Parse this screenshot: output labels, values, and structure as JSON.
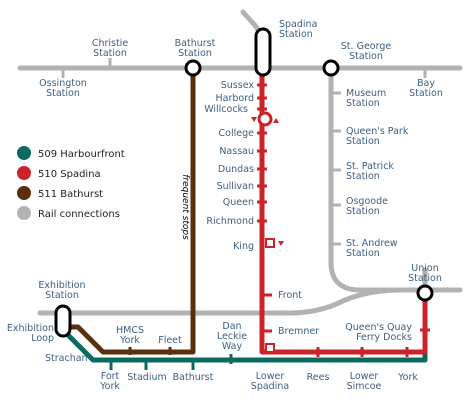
{
  "colors": {
    "rail": "#b2b2b2",
    "harbourfront": "#0b6a5f",
    "spadina": "#cc2229",
    "bathurst": "#5c2f0c",
    "station_text": "#3d5f80"
  },
  "annotation": "frequent stops",
  "legend": [
    {
      "label": "509 Harbourfront",
      "color": "#0b6a5f"
    },
    {
      "label": "510 Spadina",
      "color": "#cc2229"
    },
    {
      "label": "511 Bathurst",
      "color": "#5c2f0c"
    },
    {
      "label": "Rail connections",
      "color": "#b2b2b2"
    }
  ],
  "stations": {
    "spadina": [
      "Spadina",
      "Station"
    ],
    "christie": [
      "Christie",
      "Station"
    ],
    "bathurst_stn": [
      "Bathurst",
      "Station"
    ],
    "st_george": [
      "St. George",
      "Station"
    ],
    "ossington": [
      "Ossington",
      "Station"
    ],
    "bay": [
      "Bay",
      "Station"
    ],
    "sussex": "Sussex",
    "harbord": "Harbord",
    "willcocks": "Willcocks",
    "college": "College",
    "nassau": "Nassau",
    "dundas": "Dundas",
    "sullivan": "Sullivan",
    "queen": "Queen",
    "richmond": "Richmond",
    "king": "King",
    "front": "Front",
    "bremner": "Bremner",
    "museum": [
      "Museum",
      "Station"
    ],
    "queens_park": [
      "Queen's Park",
      "Station"
    ],
    "st_patrick": [
      "St. Patrick",
      "Station"
    ],
    "osgoode": [
      "Osgoode",
      "Station"
    ],
    "st_andrew": [
      "St. Andrew",
      "Station"
    ],
    "union": [
      "Union",
      "Station"
    ],
    "exhibition": [
      "Exhibition",
      "Station"
    ],
    "exhibition_loop": [
      "Exhibition",
      "Loop"
    ],
    "strachan": "Strachan",
    "hmcs_york": [
      "HMCS",
      "York"
    ],
    "fleet": "Fleet",
    "dan_leckie": [
      "Dan",
      "Leckie",
      "Way"
    ],
    "queens_quay": [
      "Queen's Quay",
      "Ferry Docks"
    ],
    "fort_york": [
      "Fort",
      "York"
    ],
    "stadium": "Stadium",
    "bathurst_stop": "Bathurst",
    "lower_spadina": [
      "Lower",
      "Spadina"
    ],
    "rees": "Rees",
    "lower_simcoe": [
      "Lower",
      "Simcoe"
    ],
    "york": "York"
  }
}
